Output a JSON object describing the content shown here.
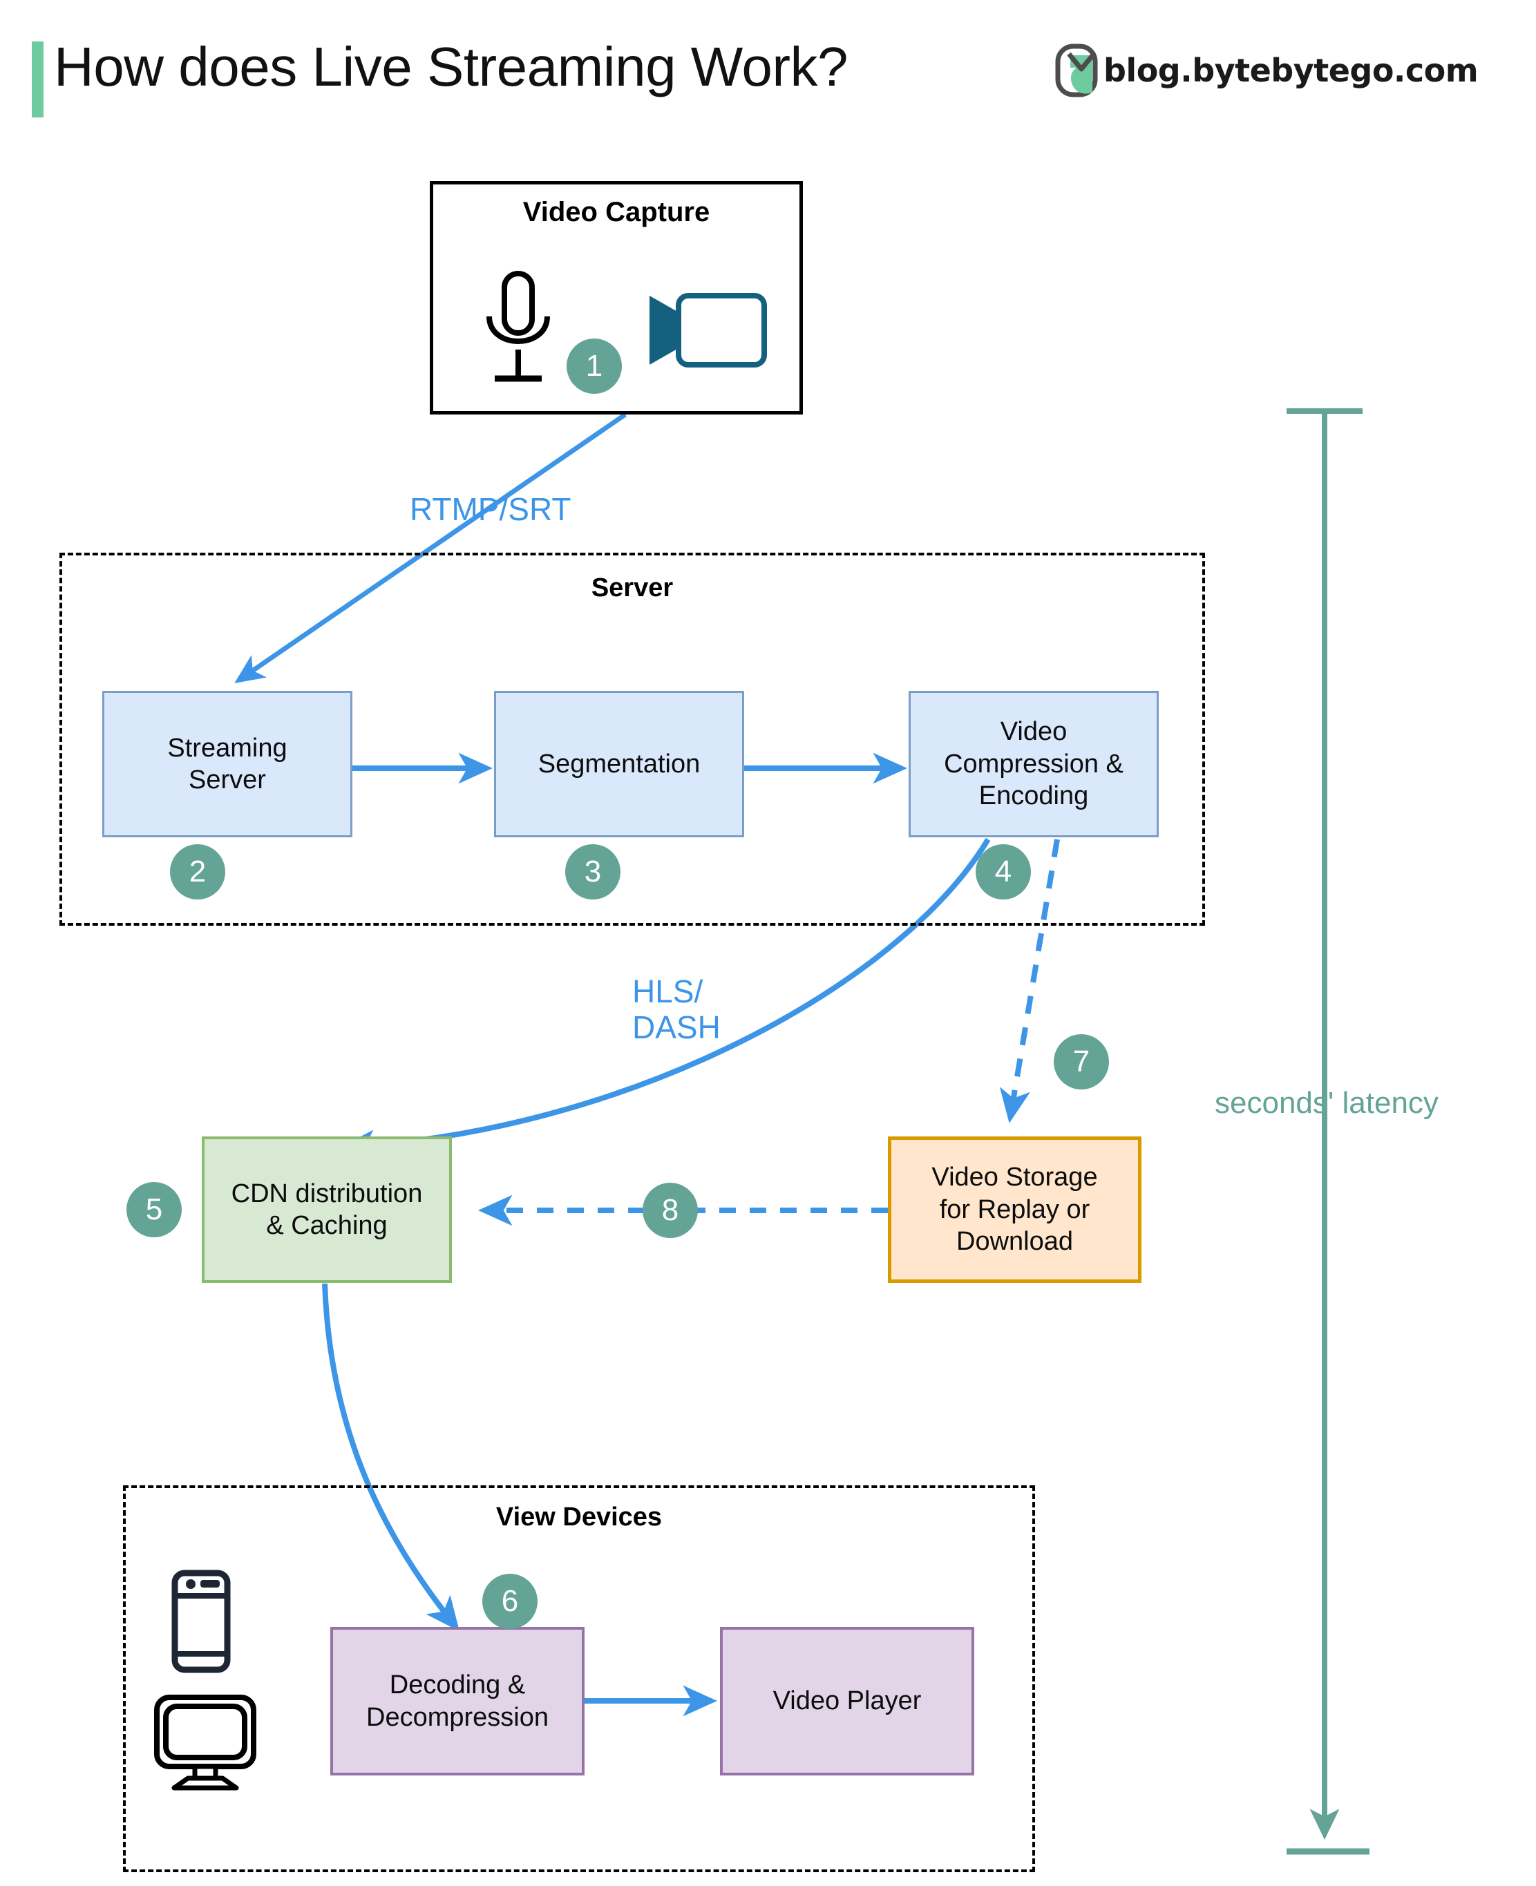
{
  "header": {
    "title": "How does Live Streaming Work?",
    "brand_text": "blog.bytebytego.com",
    "accent_color": "#6ecb9f"
  },
  "diagram": {
    "type": "flowchart",
    "capture_group": {
      "label": "Video Capture",
      "icons": [
        "microphone-icon",
        "video-camera-icon"
      ],
      "step": "1"
    },
    "server_group": {
      "label": "Server",
      "nodes": [
        {
          "label": "Streaming\nServer",
          "step": "2",
          "color": "#dae8fc"
        },
        {
          "label": "Segmentation",
          "step": "3",
          "color": "#dae8fc"
        },
        {
          "label": "Video\nCompression &\nEncoding",
          "step": "4",
          "color": "#dae8fc"
        }
      ]
    },
    "cdn_node": {
      "label": "CDN distribution\n& Caching",
      "step": "5",
      "color": "#d7e8d3"
    },
    "storage_node": {
      "label": "Video Storage\nfor Replay or\nDownload",
      "step": "7",
      "color": "#ffe6cc"
    },
    "storage_to_cdn_step": "8",
    "view_devices_group": {
      "label": "View Devices",
      "icons": [
        "smartphone-icon",
        "desktop-monitor-icon"
      ],
      "nodes": [
        {
          "label": "Decoding &\nDecompression",
          "step": "6",
          "color": "#e2d5e8"
        },
        {
          "label": "Video Player",
          "step": "",
          "color": "#e2d5e8"
        }
      ]
    },
    "edge_labels": [
      {
        "name": "rtmp-srt",
        "text": "RTMP/SRT"
      },
      {
        "name": "hls-dash",
        "text": "HLS/\nDASH"
      }
    ],
    "latency_annotation": {
      "label": "seconds' latency",
      "color": "#63a496"
    },
    "badge_color": "#63a496",
    "arrow_color": "#3d95e8"
  }
}
